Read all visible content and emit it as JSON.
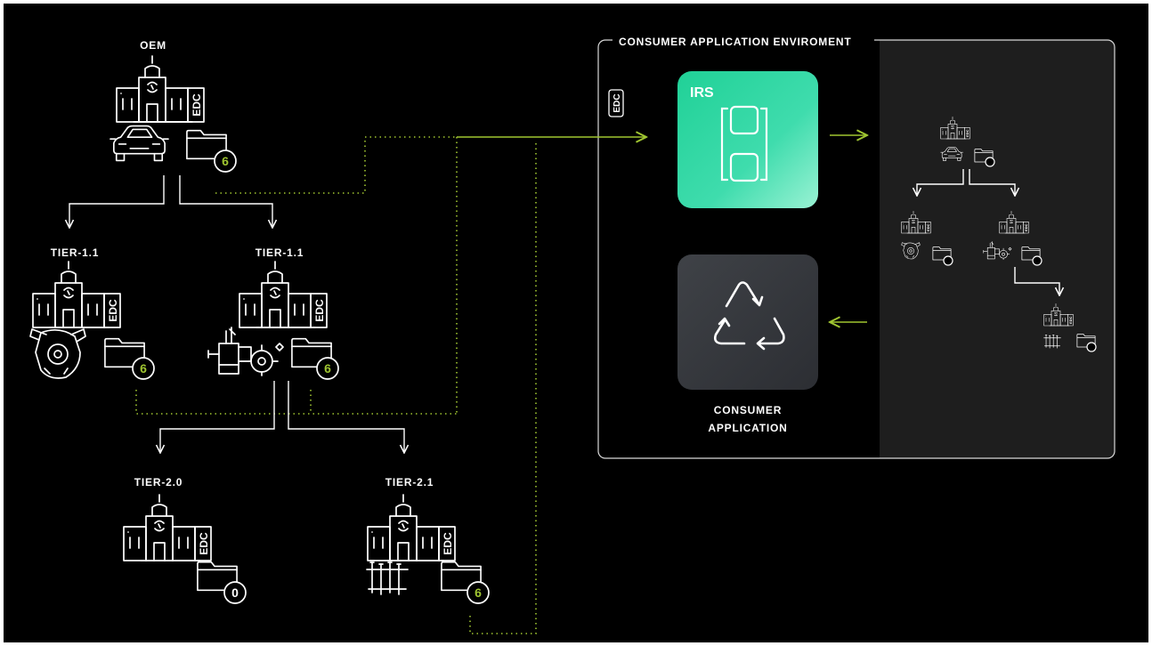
{
  "env": {
    "title": "CONSUMER APPLICATION ENVIROMENT"
  },
  "edc_label": "EDC",
  "irs": {
    "label": "IRS"
  },
  "consumer": {
    "line1": "CONSUMER",
    "line2": "APPLICATION"
  },
  "nodes": {
    "oem": {
      "label": "OEM",
      "badge": "6"
    },
    "tier11a": {
      "label": "TIER-1.1",
      "badge": "6"
    },
    "tier11b": {
      "label": "TIER-1.1",
      "badge": "6"
    },
    "tier20": {
      "label": "TIER-2.0",
      "badge": "0"
    },
    "tier21": {
      "label": "TIER-2.1",
      "badge": "6"
    }
  },
  "colors": {
    "accent": "#9fc531",
    "irs_gradient": [
      "#2ed6a0",
      "#8ff0cf"
    ],
    "panel": "#1e1e1e",
    "consumer_tile": "#3a3d42"
  }
}
